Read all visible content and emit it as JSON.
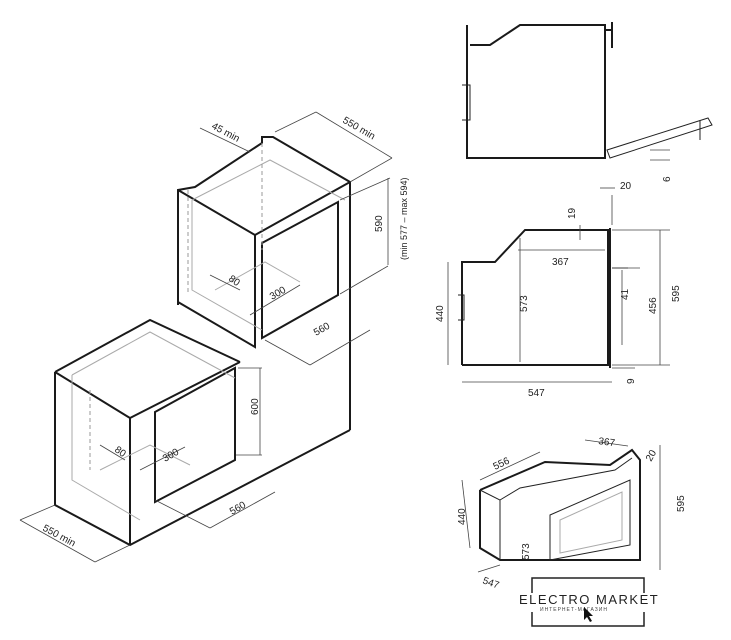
{
  "upper_cabinet": {
    "depth_gap": "45 min",
    "depth": "550 min",
    "height": "590",
    "height_range": "(min 577 – max 594)",
    "vent_depth": "80",
    "vent_width": "300",
    "width": "560"
  },
  "lower_cabinet": {
    "height": "600",
    "vent_depth": "80",
    "vent_width": "300",
    "width": "560",
    "depth": "550 min"
  },
  "side_view_open": {
    "door_gap": "6"
  },
  "side_view": {
    "front_depth": "20",
    "top_offset": "19",
    "top_depth": "367",
    "inner_height": "573",
    "rear_height": "440",
    "panel_offset": "41",
    "door_height": "456",
    "total_height": "595",
    "bottom_offset": "9",
    "total_depth": "547"
  },
  "perspective_view": {
    "depth": "556",
    "top_depth": "367",
    "front_depth": "20",
    "height": "595",
    "rear_height": "440",
    "inner_height": "573",
    "bottom_depth": "547"
  },
  "logo": {
    "title": "ELECTRO MARKET",
    "subtitle": "ИНТЕРНЕТ-МАГАЗИН"
  }
}
